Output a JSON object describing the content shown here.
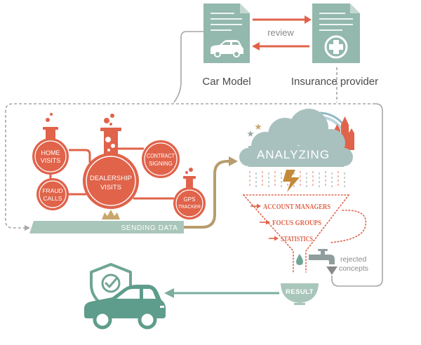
{
  "documents": {
    "car_model": {
      "label": "Car Model",
      "icon": "car-icon"
    },
    "insurance_provider": {
      "label": "Insurance provider",
      "icon": "medical-cross-icon"
    },
    "review_label": "review"
  },
  "data_sources": {
    "flasks": [
      {
        "line1": "HOME",
        "line2": "VISITS"
      },
      {
        "line1": "FRAUD",
        "line2": "CALLS"
      },
      {
        "line1": "DEALERSHIP",
        "line2": "VISITS"
      },
      {
        "line1": "CONTRACT",
        "line2": "SIGNING"
      },
      {
        "line1": "GPS",
        "line2": "TRACKER"
      }
    ],
    "platform_label": "SENDING DATA"
  },
  "analysis": {
    "cloud_label": "ANALYZING",
    "funnel_items": [
      "ACCOUNT MANAGERS",
      "FOCUS GROUPS",
      "STATISTICS"
    ],
    "rejected_label": {
      "line1": "rejected",
      "line2": "concepts"
    },
    "result_label": "RESULT"
  },
  "outcome": {
    "icon": "insured-car-shield-icon"
  },
  "colors": {
    "accent": "#e0634a",
    "teal": "#6fa595",
    "document": "#93b8ad",
    "platform": "#a9c6bb",
    "cloud": "#a8c1bf",
    "data_arrow": "#b89c6e",
    "connector": "#a5a5a5"
  }
}
